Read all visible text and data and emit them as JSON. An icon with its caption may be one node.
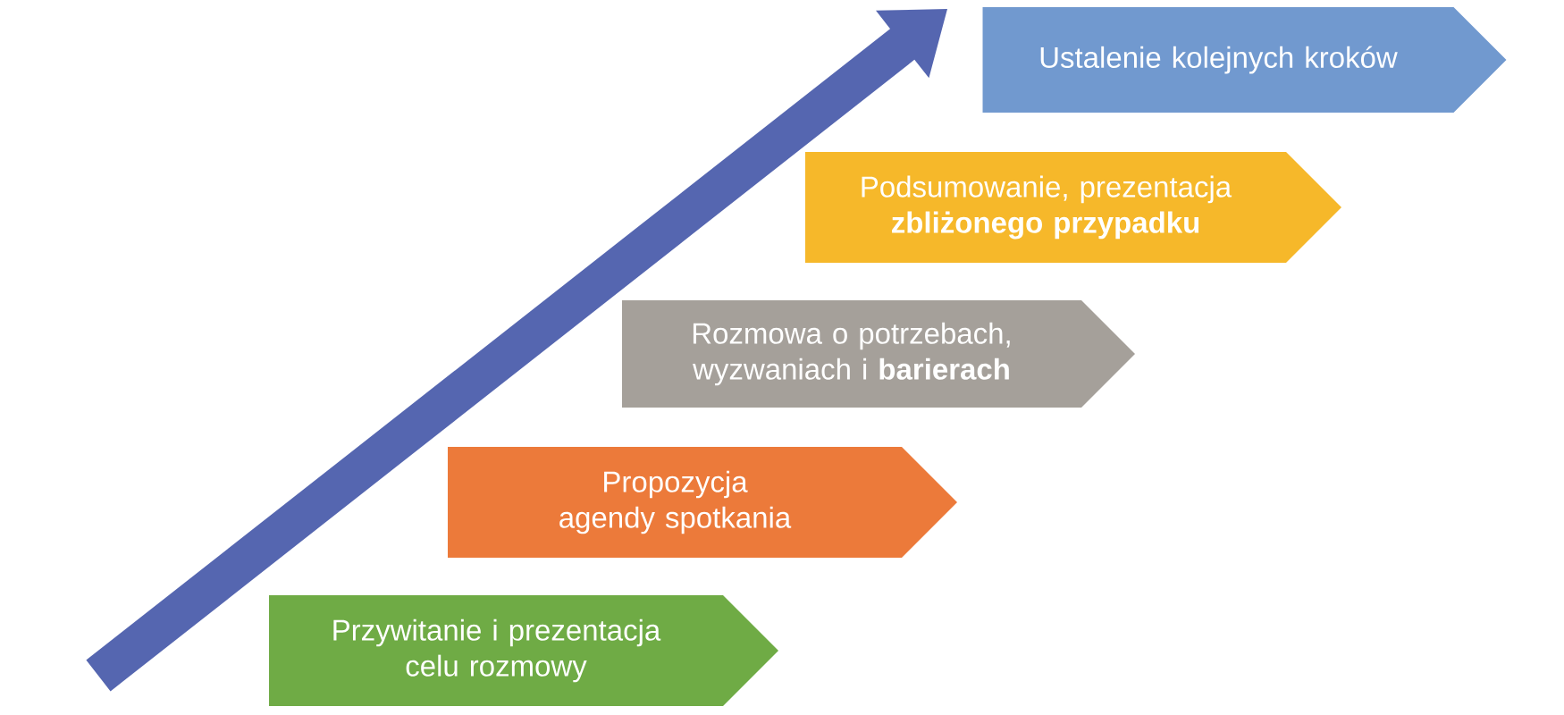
{
  "diagram": {
    "nodes": [
      {
        "text": [
          "Ustalenie kolejnych kroków"
        ]
      },
      {
        "text": [
          "Podsumowanie, prezentacja **zbliżonego przypadku**"
        ]
      },
      {
        "text": [
          "Rozmowa o potrzebach, wyzwaniach i **barierach**"
        ]
      },
      {
        "text": [
          "Propozycja agendy spotkania"
        ]
      },
      {
        "text": [
          "Przywitanie i prezentacja celu rozmowy"
        ]
      }
    ]
  }
}
